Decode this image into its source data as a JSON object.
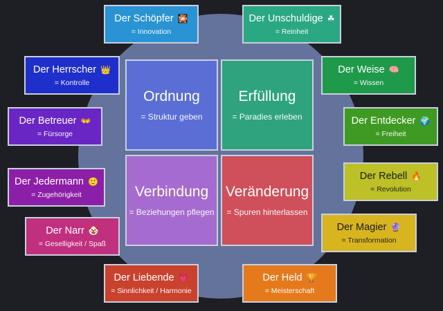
{
  "quadrants": [
    {
      "title": "Ordnung",
      "subtitle": "= Struktur geben",
      "color": "#5a6ed6"
    },
    {
      "title": "Erfüllung",
      "subtitle": "= Paradies erleben",
      "color": "#2fa37e"
    },
    {
      "title": "Verbindung",
      "subtitle": "= Beziehungen pflegen",
      "color": "#a56bcf"
    },
    {
      "title": "Veränderung",
      "subtitle": "= Spuren hinterlassen",
      "color": "#cf4f5b"
    }
  ],
  "archetypes": [
    {
      "name": "Der Schöpfer",
      "emoji": "🎇",
      "meaning": "= Innovation",
      "color": "#2a93d3"
    },
    {
      "name": "Der Unschuldige",
      "emoji": "☘",
      "meaning": "= Reinheit",
      "color": "#2aa883"
    },
    {
      "name": "Der Herrscher",
      "emoji": "👑",
      "meaning": "= Kontrolle",
      "color": "#1f2fcb"
    },
    {
      "name": "Der Weise",
      "emoji": "🧠",
      "meaning": "= Wissen",
      "color": "#1e9a4a"
    },
    {
      "name": "Der Betreuer",
      "emoji": "👐",
      "meaning": "= Fürsorge",
      "color": "#6a26c4"
    },
    {
      "name": "Der Entdecker",
      "emoji": "🌍",
      "meaning": "= Freiheit",
      "color": "#3f9a23"
    },
    {
      "name": "Der Jedermann",
      "emoji": "🙂",
      "meaning": "= Zugehörigkeit",
      "color": "#8c1fa7"
    },
    {
      "name": "Der Rebell",
      "emoji": "🔥",
      "meaning": "= Revolution",
      "color": "#bdc027"
    },
    {
      "name": "Der Narr",
      "emoji": "🤡",
      "meaning": "= Geselligkeit / Spaß",
      "color": "#c0307f"
    },
    {
      "name": "Der Magier",
      "emoji": "🔮",
      "meaning": "= Transformation",
      "color": "#d8b51f"
    },
    {
      "name": "Der Liebende",
      "emoji": "💗",
      "meaning": "= Sinnlichkeit / Harmonie",
      "color": "#c9422e"
    },
    {
      "name": "Der Held",
      "emoji": "🏆",
      "meaning": "= Meisterschaft",
      "color": "#e57a1c"
    }
  ]
}
